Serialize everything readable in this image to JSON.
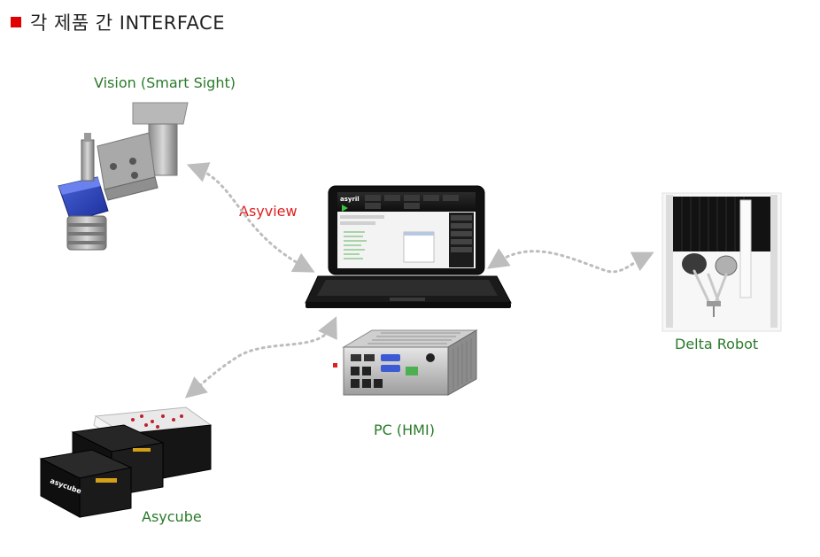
{
  "header": {
    "title": "각 제품 간  INTERFACE",
    "bullet_color": "#e00000"
  },
  "nodes": {
    "vision": {
      "label": "Vision (Smart Sight)"
    },
    "delta_robot": {
      "label": "Delta Robot"
    },
    "pc": {
      "label": "PC (HMI)"
    },
    "asycube": {
      "label": "Asycube"
    }
  },
  "connections": {
    "vision_link_label": "Asyview",
    "style": "dotted"
  },
  "colors": {
    "label_green": "#2a7a2a",
    "label_red": "#e02020",
    "arrow_gray": "#bdbdbd"
  },
  "product_markings": {
    "laptop_logo": "asyril",
    "asycube_branding": "asycube"
  }
}
